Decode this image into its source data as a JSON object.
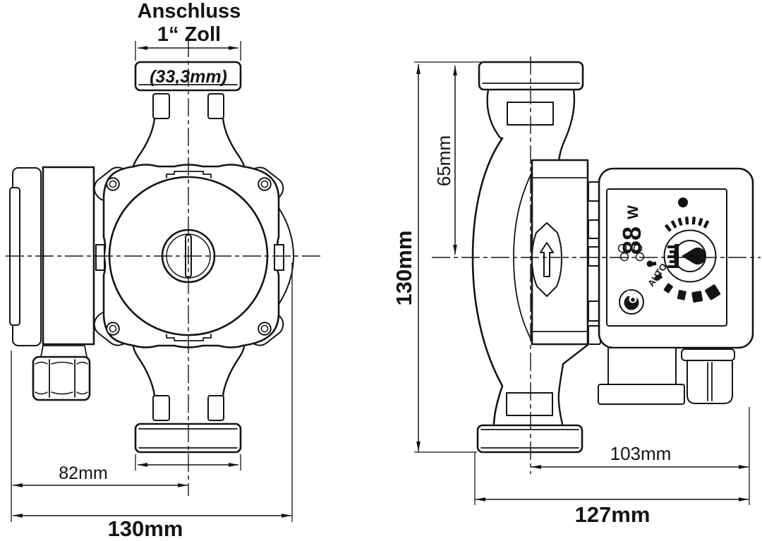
{
  "title": {
    "line1": "Anschluss",
    "line2": "1“ Zoll"
  },
  "dimensions": {
    "connection_size": "(33,3mm)",
    "front_center_offset": "82mm",
    "front_total_width": "130mm",
    "side_center_height": "65mm",
    "side_total_height": "130mm",
    "side_center_offset": "103mm",
    "side_total_depth": "127mm"
  },
  "control_panel": {
    "power_unit": "W",
    "display_digits": "88",
    "auto_label": "AUTO"
  },
  "colors": {
    "ink": "#141414",
    "paper": "#ffffff"
  }
}
